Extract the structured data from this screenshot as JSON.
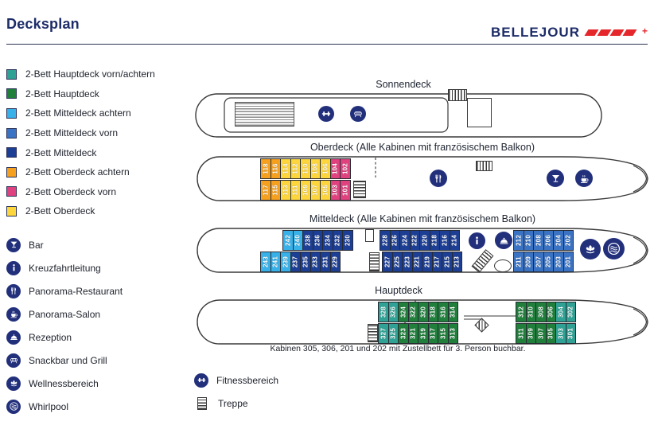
{
  "header": {
    "title": "Decksplan",
    "brand": "BELLEJOUR",
    "brand_flags": 4,
    "brand_plus": "+"
  },
  "colors": {
    "h_va": "#2fa295",
    "h": "#1f7f3b",
    "m_a": "#38b1e8",
    "m_v": "#3b73c4",
    "m": "#1c3e94",
    "o_a": "#f5a01f",
    "o_v": "#e0427f",
    "o": "#fdd63d",
    "icon_navy": "#22307c",
    "ink": "#1d2c68",
    "red": "#e5262b",
    "outline": "#3a3a3a"
  },
  "cabin_legend": [
    {
      "label": "2-Bett Hauptdeck vorn/achtern",
      "color": "h_va"
    },
    {
      "label": "2-Bett Hauptdeck",
      "color": "h"
    },
    {
      "label": "2-Bett Mitteldeck achtern",
      "color": "m_a"
    },
    {
      "label": "2-Bett Mitteldeck vorn",
      "color": "m_v"
    },
    {
      "label": "2-Bett Mitteldeck",
      "color": "m"
    },
    {
      "label": "2-Bett Oberdeck achtern",
      "color": "o_a"
    },
    {
      "label": "2-Bett Oberdeck vorn",
      "color": "o_v"
    },
    {
      "label": "2-Bett Oberdeck",
      "color": "o"
    }
  ],
  "icon_legend": [
    {
      "icon": "bar",
      "label": "Bar"
    },
    {
      "icon": "info",
      "label": "Kreuzfahrtleitung"
    },
    {
      "icon": "restaurant",
      "label": "Panorama-Restaurant"
    },
    {
      "icon": "salon",
      "label": "Panorama-Salon"
    },
    {
      "icon": "reception",
      "label": "Rezeption"
    },
    {
      "icon": "grill",
      "label": "Snackbar und Grill"
    },
    {
      "icon": "wellness",
      "label": "Wellnessbereich"
    },
    {
      "icon": "whirlpool",
      "label": "Whirlpool"
    }
  ],
  "icon_legend_2": [
    {
      "icon": "fitness",
      "label": "Fitnessbereich"
    },
    {
      "icon": "stairs",
      "label": "Treppe"
    }
  ],
  "decks": {
    "sonnendeck": {
      "title": "Sonnendeck",
      "icons": [
        "fitness",
        "grill"
      ]
    },
    "oberdeck": {
      "title": "Oberdeck (Alle Kabinen mit französischem Balkon)",
      "icons": [
        "restaurant",
        "bar",
        "salon"
      ],
      "cabins_top": [
        [
          {
            "n": "118",
            "t": "o_a"
          },
          {
            "n": "116",
            "t": "o_a"
          },
          {
            "n": "114",
            "t": "o"
          },
          {
            "n": "112",
            "t": "o"
          },
          {
            "n": "110",
            "t": "o"
          },
          {
            "n": "108",
            "t": "o"
          },
          {
            "n": "106",
            "t": "o"
          },
          {
            "n": "104",
            "t": "o_v"
          },
          {
            "n": "102",
            "t": "o_v"
          }
        ]
      ],
      "cabins_bottom": [
        [
          {
            "n": "117",
            "t": "o_a"
          },
          {
            "n": "115",
            "t": "o_a"
          },
          {
            "n": "113",
            "t": "o"
          },
          {
            "n": "111",
            "t": "o"
          },
          {
            "n": "109",
            "t": "o"
          },
          {
            "n": "107",
            "t": "o"
          },
          {
            "n": "105",
            "t": "o"
          },
          {
            "n": "103",
            "t": "o_v"
          },
          {
            "n": "101",
            "t": "o_v"
          }
        ]
      ]
    },
    "mitteldeck": {
      "title": "Mitteldeck (Alle Kabinen mit französischem Balkon)",
      "icons": [
        "info",
        "reception",
        "wellness",
        "whirlpool"
      ],
      "cabins_top": [
        [
          {
            "n": "242",
            "t": "m_a"
          },
          {
            "n": "240",
            "t": "m_a"
          },
          {
            "n": "238",
            "t": "m"
          },
          {
            "n": "236",
            "t": "m"
          },
          {
            "n": "234",
            "t": "m"
          },
          {
            "n": "232",
            "t": "m"
          },
          {
            "n": "230",
            "t": "m"
          }
        ],
        [
          {
            "n": "228",
            "t": "m"
          },
          {
            "n": "226",
            "t": "m"
          },
          {
            "n": "224",
            "t": "m"
          },
          {
            "n": "222",
            "t": "m"
          },
          {
            "n": "220",
            "t": "m"
          },
          {
            "n": "218",
            "t": "m"
          },
          {
            "n": "216",
            "t": "m"
          },
          {
            "n": "214",
            "t": "m"
          }
        ],
        [
          {
            "n": "212",
            "t": "m_v"
          },
          {
            "n": "210",
            "t": "m_v"
          },
          {
            "n": "208",
            "t": "m_v"
          },
          {
            "n": "206",
            "t": "m_v"
          },
          {
            "n": "204",
            "t": "m_v"
          },
          {
            "n": "202",
            "t": "m_v"
          }
        ]
      ],
      "cabins_bottom": [
        [
          {
            "n": "243",
            "t": "m_a"
          },
          {
            "n": "241",
            "t": "m_a"
          },
          {
            "n": "239",
            "t": "m_a"
          },
          {
            "n": "237",
            "t": "m"
          },
          {
            "n": "235",
            "t": "m"
          },
          {
            "n": "233",
            "t": "m"
          },
          {
            "n": "231",
            "t": "m"
          },
          {
            "n": "229",
            "t": "m"
          }
        ],
        [
          {
            "n": "227",
            "t": "m"
          },
          {
            "n": "225",
            "t": "m"
          },
          {
            "n": "223",
            "t": "m"
          },
          {
            "n": "221",
            "t": "m"
          },
          {
            "n": "219",
            "t": "m"
          },
          {
            "n": "217",
            "t": "m"
          },
          {
            "n": "215",
            "t": "m"
          },
          {
            "n": "213",
            "t": "m"
          }
        ],
        [
          {
            "n": "211",
            "t": "m_v"
          },
          {
            "n": "209",
            "t": "m_v"
          },
          {
            "n": "207",
            "t": "m_v"
          },
          {
            "n": "205",
            "t": "m_v"
          },
          {
            "n": "203",
            "t": "m_v"
          },
          {
            "n": "201",
            "t": "m_v"
          }
        ]
      ]
    },
    "hauptdeck": {
      "title": "Hauptdeck",
      "icons": [],
      "cabins_top": [
        [
          {
            "n": "328",
            "t": "h_va"
          },
          {
            "n": "326",
            "t": "h_va"
          },
          {
            "n": "324",
            "t": "h"
          },
          {
            "n": "322",
            "t": "h"
          },
          {
            "n": "320",
            "t": "h"
          },
          {
            "n": "318",
            "t": "h"
          },
          {
            "n": "316",
            "t": "h"
          },
          {
            "n": "314",
            "t": "h"
          }
        ],
        [
          {
            "n": "312",
            "t": "h"
          },
          {
            "n": "310",
            "t": "h"
          },
          {
            "n": "308",
            "t": "h"
          },
          {
            "n": "306",
            "t": "h"
          },
          {
            "n": "304",
            "t": "h_va"
          },
          {
            "n": "302",
            "t": "h_va"
          }
        ]
      ],
      "cabins_bottom": [
        [
          {
            "n": "327",
            "t": "h_va"
          },
          {
            "n": "325",
            "t": "h_va"
          },
          {
            "n": "323",
            "t": "h"
          },
          {
            "n": "321",
            "t": "h"
          },
          {
            "n": "319",
            "t": "h"
          },
          {
            "n": "317",
            "t": "h"
          },
          {
            "n": "315",
            "t": "h"
          },
          {
            "n": "313",
            "t": "h"
          }
        ],
        [
          {
            "n": "311",
            "t": "h"
          },
          {
            "n": "309",
            "t": "h"
          },
          {
            "n": "307",
            "t": "h"
          },
          {
            "n": "305",
            "t": "h"
          },
          {
            "n": "303",
            "t": "h_va"
          },
          {
            "n": "301",
            "t": "h_va"
          }
        ]
      ]
    }
  },
  "footnote": "Kabinen 305, 306, 201 und 202 mit Zustellbett für 3. Person buchbar."
}
